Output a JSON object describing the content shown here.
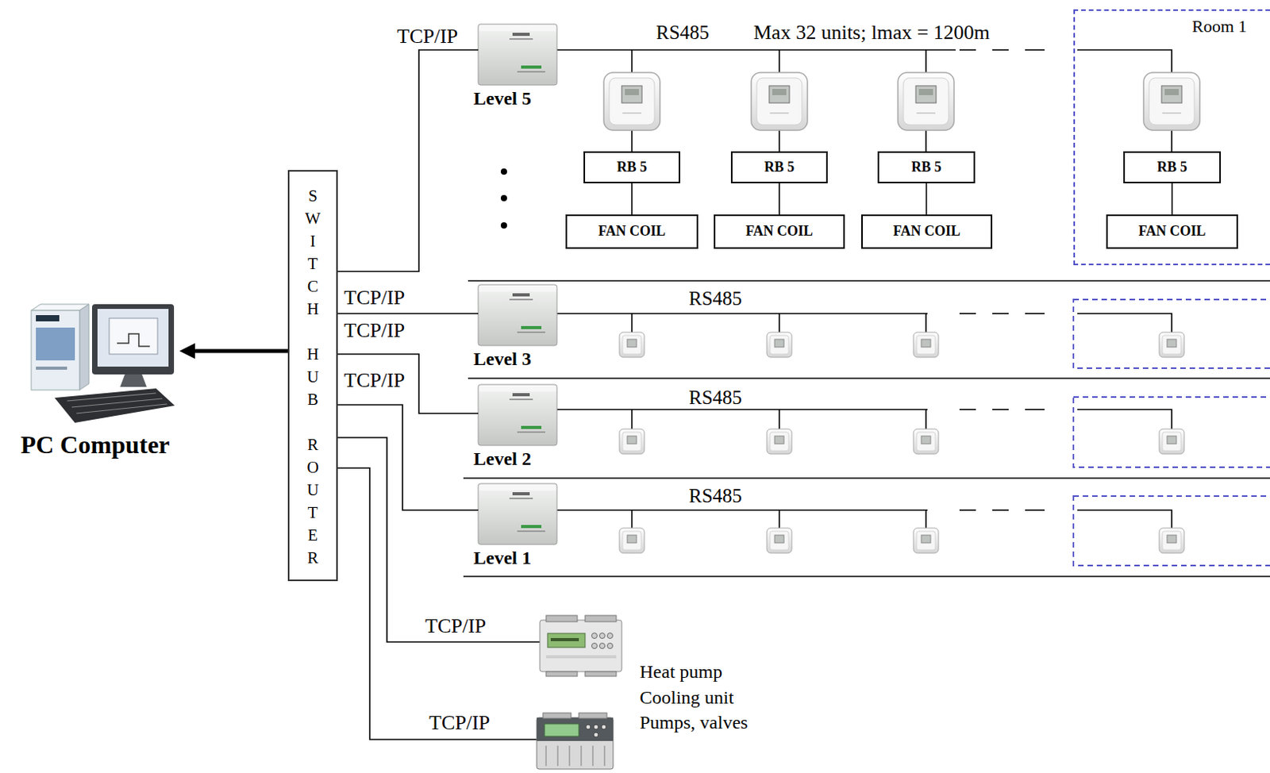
{
  "diagram": {
    "nodes": [
      {
        "text": [
          "Level 5"
        ]
      },
      {
        "text": [
          "RB 5"
        ]
      },
      {
        "text": [
          "FAN COIL"
        ]
      },
      {
        "text": [
          "RB 5"
        ]
      },
      {
        "text": [
          "FAN COIL"
        ]
      },
      {
        "text": [
          "RB 5"
        ]
      },
      {
        "text": [
          "FAN COIL"
        ]
      },
      {
        "text": [
          "Room 1"
        ]
      },
      {
        "text": [
          "RB 5"
        ],
        "in": 7
      },
      {
        "text": [
          "FAN COIL"
        ],
        "in": 7
      },
      {
        "text": [
          "SWITCH HUB ROUTER"
        ]
      },
      {
        "text": [
          "PC Computer"
        ]
      },
      {
        "text": [
          "Level 3"
        ]
      },
      {
        "text": [
          "Level 2"
        ]
      },
      {
        "text": [
          "Level 1"
        ]
      }
    ],
    "edges": [
      {
        "from": 1,
        "to": 2,
        "arrow": "none"
      },
      {
        "from": 3,
        "to": 4,
        "arrow": "none"
      },
      {
        "from": 5,
        "to": 6,
        "arrow": "none"
      },
      {
        "from": 8,
        "to": 9,
        "arrow": "none"
      },
      {
        "from": 10,
        "to": 11,
        "arrow": "to"
      },
      {
        "from": 10,
        "to": 0,
        "label": "TCP/IP",
        "arrow": "none"
      },
      {
        "from": 10,
        "to": 12,
        "label": "TCP/IP",
        "arrow": "none"
      },
      {
        "from": 10,
        "to": 13,
        "label": "TCP/IP",
        "arrow": "none"
      },
      {
        "from": 10,
        "to": 14,
        "label": "TCP/IP",
        "arrow": "none"
      }
    ],
    "labels": [
      "RS485",
      "Max 32 units; lmax = 1200m",
      "RS485",
      "RS485",
      "RS485",
      "TCP/IP",
      "TCP/IP",
      "Heat pump",
      "Cooling unit",
      "Pumps, valves"
    ]
  }
}
